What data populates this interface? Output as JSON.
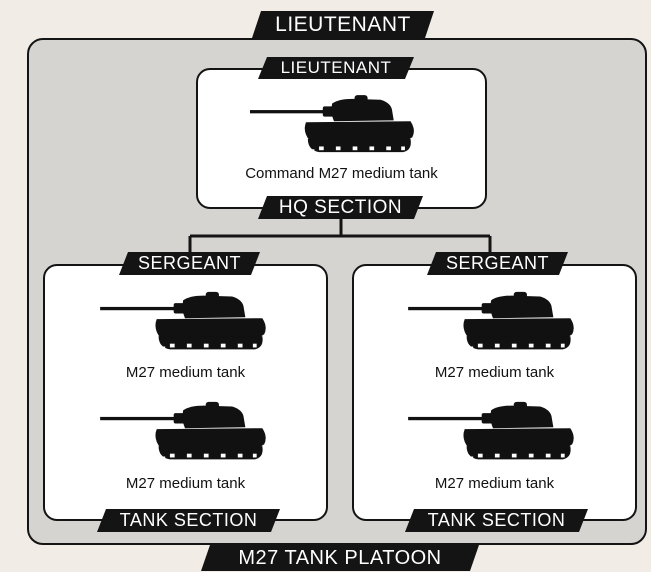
{
  "platoon": {
    "title": "M27 TANK PLATOON",
    "commander_rank": "LIEUTENANT"
  },
  "hq_section": {
    "title": "HQ SECTION",
    "rank": "LIEUTENANT",
    "tanks": [
      {
        "label": "Command M27 medium tank"
      }
    ]
  },
  "tank_sections": [
    {
      "title": "TANK SECTION",
      "rank": "SERGEANT",
      "tanks": [
        {
          "label": "M27 medium tank"
        },
        {
          "label": "M27 medium tank"
        }
      ]
    },
    {
      "title": "TANK SECTION",
      "rank": "SERGEANT",
      "tanks": [
        {
          "label": "M27 medium tank"
        },
        {
          "label": "M27 medium tank"
        }
      ]
    }
  ],
  "colors": {
    "banner": "#141414",
    "platoon_fill": "#d6d4d0",
    "section_fill": "#ffffff",
    "page_bg": "#f1ede6"
  }
}
